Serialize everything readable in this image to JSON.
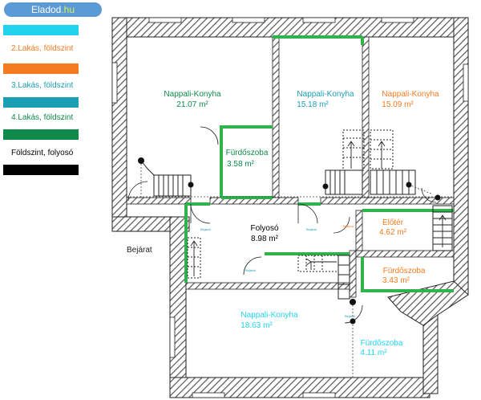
{
  "badge": {
    "brand": "Eladod",
    "tld": ".hu"
  },
  "legend": [
    {
      "label": "",
      "color": "#22d3ee"
    },
    {
      "label": "2.Lakás, földszint",
      "color": "#f47b20",
      "text_color": "#f47b20"
    },
    {
      "label": "3.Lakás, földszint",
      "color": "#1a9fb5",
      "text_color": "#1a9fb5"
    },
    {
      "label": "4.Lakás, földszint",
      "color": "#0e8a4a",
      "text_color": "#0e8a4a"
    },
    {
      "label": "Földszint, folyosó",
      "color": "#000000",
      "text_color": "#000000"
    }
  ],
  "rooms": [
    {
      "name": "Nappali-Konyha",
      "area": "21.07 m²",
      "color": "#0e8a4a"
    },
    {
      "name": "Nappali-Konyha",
      "area": "15.18 m²",
      "color": "#1a9fb5"
    },
    {
      "name": "Nappali-Konyha",
      "area": "15.09 m²",
      "color": "#f47b20"
    },
    {
      "name": "Fürdőszoba",
      "area": "3.58 m²",
      "color": "#0e8a4a"
    },
    {
      "name": "Folyosó",
      "area": "8.98 m²",
      "color": "#000000"
    },
    {
      "name": "Előtér",
      "area": "4.62 m²",
      "color": "#f47b20"
    },
    {
      "name": "Fürdőszoba",
      "area": "3.43 m²",
      "color": "#f47b20"
    },
    {
      "name": "Nappali-Konyha",
      "area": "18.63 m²",
      "color": "#22d3ee"
    },
    {
      "name": "Fürdőszoba",
      "area": "4.11 m²",
      "color": "#22d3ee"
    }
  ],
  "entrance_label": "Bejárat",
  "door_tags": [
    "Bejárat",
    "Bejárat",
    "Bejárat",
    "Bejárat",
    "Bejárat"
  ],
  "colors": {
    "wall_hatch": "#555555",
    "green_wall": "#2fb34a",
    "badge": "#5b9bd5"
  }
}
